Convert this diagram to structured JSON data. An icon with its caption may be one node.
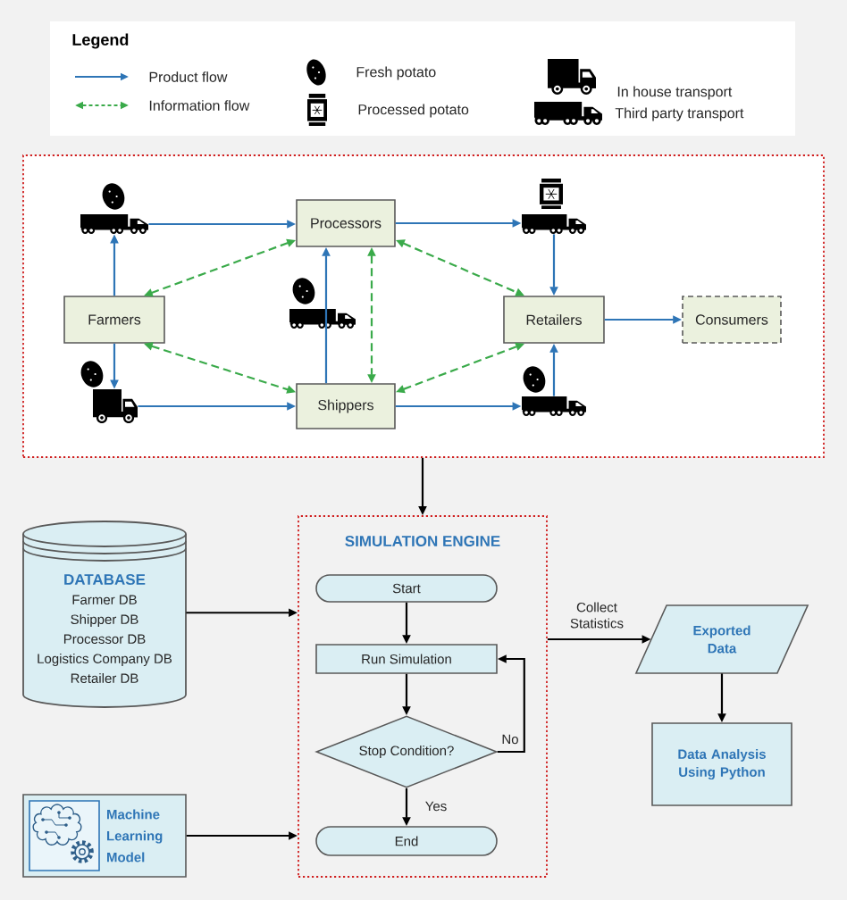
{
  "diagram": {
    "nodes": [
      {
        "text": [],
        "shape": "box"
      },
      {
        "text": [],
        "shape": "picture",
        "in": 0
      },
      {
        "text": [
          "Processors"
        ],
        "in": 0
      },
      {
        "text": [],
        "shape": "picture",
        "in": 0
      },
      {
        "text": [
          "Farmers"
        ],
        "in": 0
      },
      {
        "text": [
          "Retailers"
        ],
        "in": 0
      },
      {
        "text": [
          "Consumers"
        ],
        "in": 0
      },
      {
        "text": [],
        "shape": "picture",
        "in": 0
      },
      {
        "text": [
          "Shippers"
        ],
        "in": 0
      },
      {
        "text": [],
        "shape": "picture",
        "in": 0
      },
      {
        "text": [
          "DATABASE",
          "Farmer DB",
          "Shipper DB",
          "Processor DB",
          "Logistics Company DB",
          "Retailer DB"
        ]
      },
      {
        "text": [
          "SIMULATION ENGINE"
        ]
      },
      {
        "text": [
          "Start"
        ],
        "in": 11
      },
      {
        "text": [
          "Run Simulation"
        ],
        "in": 11
      },
      {
        "text": [
          "Stop Condition?"
        ],
        "in": 11
      },
      {
        "text": [
          "End"
        ],
        "in": 11
      },
      {
        "text": [
          "Exported Data"
        ]
      },
      {
        "text": [
          "Data Analysis Using Python"
        ]
      },
      {
        "text": [
          "Machine Learning Model"
        ]
      }
    ],
    "edges": [
      {
        "from": 4,
        "to": 1,
        "arrow": "to"
      },
      {
        "from": 1,
        "to": 2,
        "arrow": "to"
      },
      {
        "from": 2,
        "to": 3,
        "arrow": "to"
      },
      {
        "from": 3,
        "to": 5,
        "arrow": "to"
      },
      {
        "from": 4,
        "to": 7,
        "arrow": "to"
      },
      {
        "from": 7,
        "to": 8,
        "arrow": "to"
      },
      {
        "from": 8,
        "to": 2,
        "arrow": "to"
      },
      {
        "from": 8,
        "to": 9,
        "arrow": "to"
      },
      {
        "from": 9,
        "to": 5,
        "arrow": "to"
      },
      {
        "from": 5,
        "to": 6,
        "arrow": "to"
      },
      {
        "from": 2,
        "to": 4,
        "arrow": "both",
        "style": "dashed",
        "color": "#3aaa4a"
      },
      {
        "from": 2,
        "to": 5,
        "arrow": "both",
        "style": "dashed",
        "color": "#3aaa4a"
      },
      {
        "from": 2,
        "to": 8,
        "arrow": "both",
        "style": "dashed",
        "color": "#3aaa4a"
      },
      {
        "from": 4,
        "to": 8,
        "arrow": "both",
        "style": "dashed",
        "color": "#3aaa4a"
      },
      {
        "from": 8,
        "to": 5,
        "arrow": "both",
        "style": "dashed",
        "color": "#3aaa4a"
      },
      {
        "from": 0,
        "to": 11,
        "arrow": "to",
        "color": "#000000"
      },
      {
        "from": 10,
        "to": 11,
        "arrow": "to",
        "color": "#000000"
      },
      {
        "from": 18,
        "to": 11,
        "arrow": "to",
        "color": "#000000"
      },
      {
        "from": 11,
        "to": 16,
        "label": "Collect Statistics",
        "arrow": "to",
        "color": "#000000"
      },
      {
        "from": 16,
        "to": 17,
        "arrow": "to",
        "color": "#000000"
      },
      {
        "from": 12,
        "to": 13,
        "arrow": "to",
        "color": "#000000"
      },
      {
        "from": 13,
        "to": 14,
        "arrow": "to",
        "color": "#000000"
      },
      {
        "from": 14,
        "to": 15,
        "label": "Yes",
        "arrow": "to",
        "color": "#000000"
      },
      {
        "from": 14,
        "to": 13,
        "label": "No",
        "arrow": "to",
        "color": "#000000"
      }
    ],
    "labels": [
      "Legend"
    ],
    "legend": [
      {
        "text": "Product flow"
      },
      {
        "text": "Information flow"
      },
      {
        "text": "Fresh potato"
      },
      {
        "text": "Processed potato"
      },
      {
        "text": "In house transport"
      },
      {
        "text": "Third party transport"
      }
    ]
  }
}
